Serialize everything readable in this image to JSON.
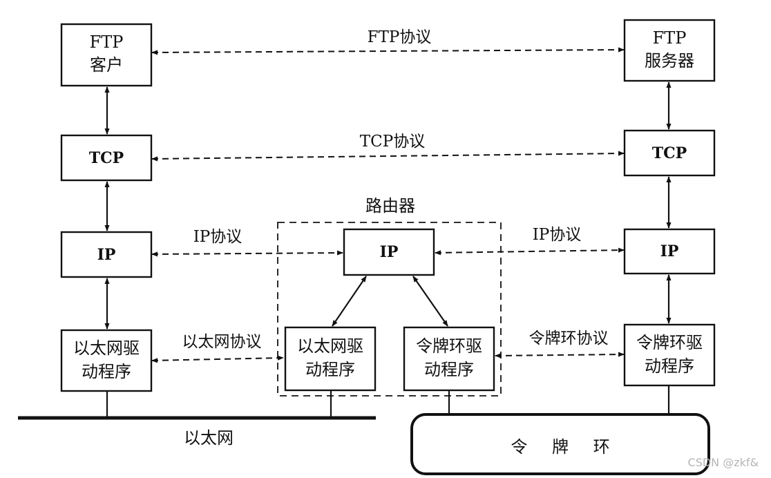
{
  "nodes": {
    "ftp_client": {
      "line1": "FTP",
      "line2": "客户"
    },
    "ftp_server": {
      "line1": "FTP",
      "line2": "服务器"
    },
    "tcp_left": "TCP",
    "tcp_right": "TCP",
    "ip_left": "IP",
    "ip_router": "IP",
    "ip_right": "IP",
    "eth_left": {
      "line1": "以太网驱",
      "line2": "动程序"
    },
    "eth_router": {
      "line1": "以太网驱",
      "line2": "动程序"
    },
    "tr_router": {
      "line1": "令牌环驱",
      "line2": "动程序"
    },
    "tr_right": {
      "line1": "令牌环驱",
      "line2": "动程序"
    }
  },
  "protocols": {
    "ftp": "FTP协议",
    "tcp": "TCP协议",
    "ip_left": "IP协议",
    "ip_right": "IP协议",
    "ethernet": "以太网协议",
    "token_ring": "令牌环协议"
  },
  "router_label": "路由器",
  "networks": {
    "ethernet": "以太网",
    "token_ring": "令 牌 环"
  },
  "watermark": "CSDN @zkf&"
}
